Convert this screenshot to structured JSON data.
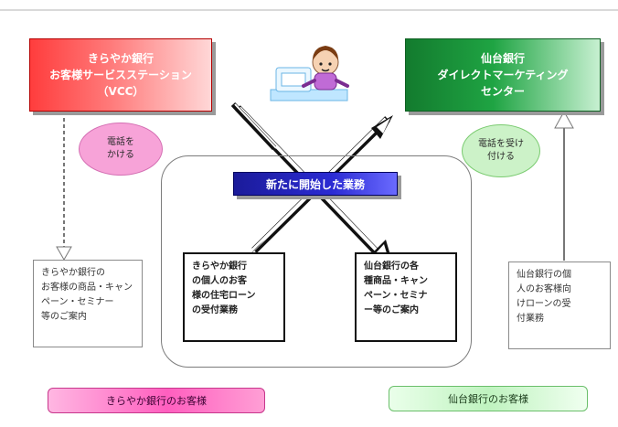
{
  "diagram": {
    "red_header": {
      "lines": [
        "きらやか銀行",
        "お客様サービスステーション",
        "（VCC）"
      ]
    },
    "green_header": {
      "lines": [
        "仙台銀行",
        "ダイレクトマーケティング",
        "センター"
      ]
    },
    "ovals": {
      "left": [
        "電話を",
        "かける"
      ],
      "right": [
        "電話を受け",
        "付ける"
      ]
    },
    "center_label": "新たに開始した業務",
    "boxes": {
      "left_side": [
        "きらやか銀行の",
        "お客様の商品・キャン",
        "ペーン・セミナー",
        "等のご案内"
      ],
      "center_left": [
        "きらやか銀行",
        "の個人のお客",
        "様の住宅ローン",
        "の受付業務"
      ],
      "center_right": [
        "仙台銀行の各",
        "種商品・キャン",
        "ペーン・セミナ",
        "ー等のご案内"
      ],
      "right_side": [
        "仙台銀行の個",
        "人のお客様向",
        "けローンの受",
        "付業務"
      ]
    },
    "bottom_labels": {
      "left": "きらやか銀行のお客様",
      "right": "仙台銀行のお客様"
    }
  },
  "colors": {
    "red_header": "#ff3d3d",
    "green_header": "#1fa443",
    "blue_label": "#2b2bd3",
    "pink_oval": "#f7a3d8",
    "green_oval": "#ccf2c8"
  },
  "icons": {
    "illustration": "operator-at-computer-icon"
  }
}
